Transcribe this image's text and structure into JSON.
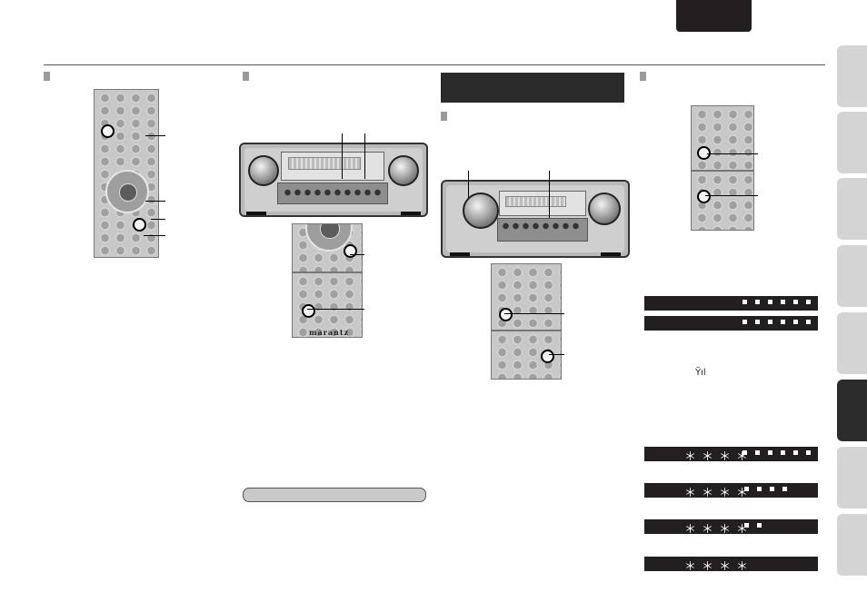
{
  "page": {
    "signal_icon_glyph": "Ÿıl",
    "brand": "marantz"
  },
  "sections": {
    "banner_text": "",
    "display_bars": [
      {
        "stars": "",
        "box_count": 6
      },
      {
        "stars": "",
        "box_count": 6
      },
      {
        "stars": "＊＊＊＊",
        "box_count": 6
      },
      {
        "stars": "＊＊＊＊",
        "box_count": 4
      },
      {
        "stars": "＊＊＊＊",
        "box_count": 2
      },
      {
        "stars": "＊＊＊＊",
        "box_count": 0
      }
    ]
  },
  "side_tabs": {
    "count": 8,
    "active_index": 5
  },
  "colors": {
    "dark": "#231f20",
    "tab_inactive": "#d4d4d4",
    "tab_active": "#2c2c2c",
    "section_marker": "#9a9a9a"
  }
}
